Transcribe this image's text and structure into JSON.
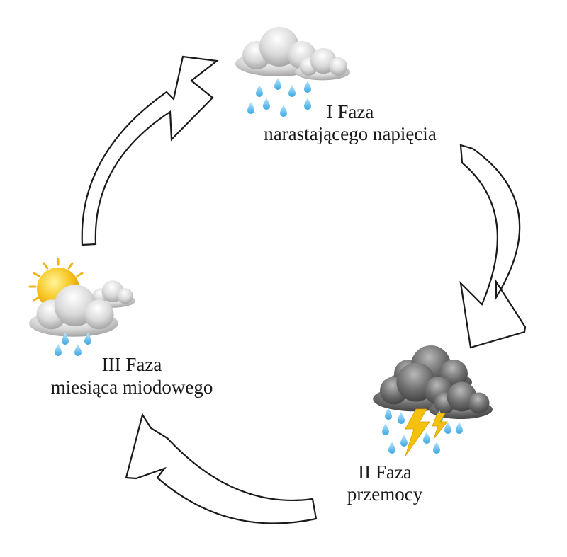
{
  "phases": [
    {
      "numeral_title": "I Faza",
      "name": "narastającego napięcia",
      "icon": "rain-cloud-icon"
    },
    {
      "numeral_title": "II Faza",
      "name": "przemocy",
      "icon": "thunderstorm-icon"
    },
    {
      "numeral_title": "III Faza",
      "name": "miesiąca miodowego",
      "icon": "sun-cloud-rain-icon"
    }
  ],
  "colors": {
    "arrow_stroke": "#1a1a1a",
    "light_cloud": "#d4d4d4",
    "dark_cloud": "#6e6e6e",
    "rain": "#7ec8ee",
    "sun": "#f7c21a",
    "lightning": "#f4c20d"
  }
}
